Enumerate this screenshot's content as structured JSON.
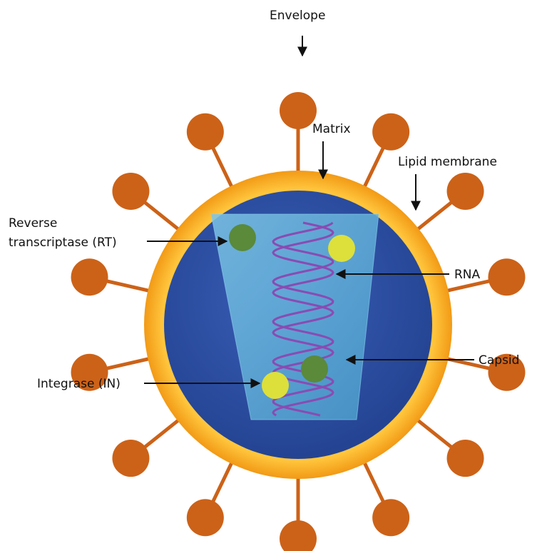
{
  "labels": {
    "envelope": "Envelope",
    "matrix": "Matrix",
    "lipid_membrane": "Lipid membrane",
    "reverse_transcriptase_line1": "Reverse",
    "reverse_transcriptase_line2": "transcriptase (RT)",
    "rna": "RNA",
    "capsid": "Capsid",
    "integrase": "Integrase (IN)"
  },
  "colors": {
    "spike": "#cc6218",
    "lipid_ring": "#f5a623",
    "matrix_fill": "#2e4fa3",
    "capsid_fill": "#5fb0d8",
    "rna_strand": "#8a4bb3",
    "rt_enzyme": "#5a8a3a",
    "integrase_enzyme": "#dde03a"
  }
}
